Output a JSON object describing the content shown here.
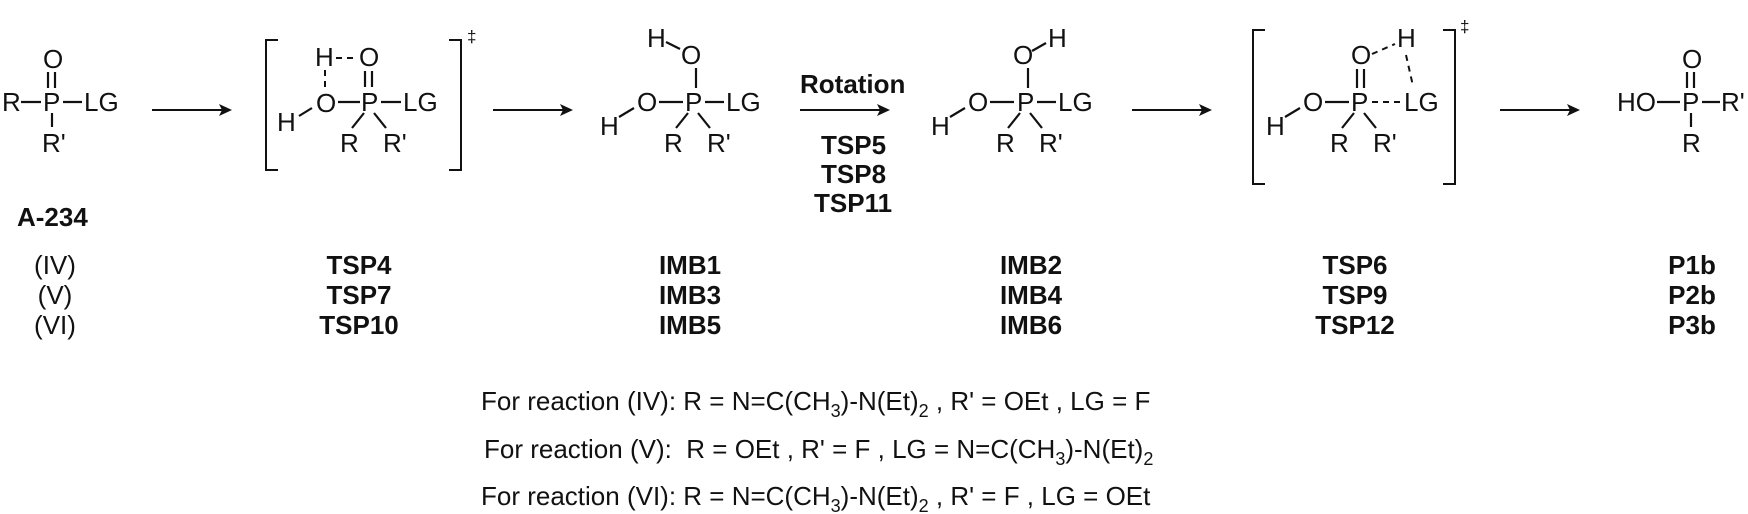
{
  "atoms": {
    "R": "R",
    "R_prime": "R'",
    "LG": "LG",
    "P": "P",
    "O": "O",
    "H": "H",
    "HO": "HO"
  },
  "reactant_label": "A-234",
  "reactions": {
    "labels": [
      "(IV)",
      "(V)",
      "(VI)"
    ]
  },
  "columns": {
    "ts1": [
      "TSP4",
      "TSP7",
      "TSP10"
    ],
    "int1": [
      "IMB1",
      "IMB3",
      "IMB5"
    ],
    "int2": [
      "IMB2",
      "IMB4",
      "IMB6"
    ],
    "ts2": [
      "TSP6",
      "TSP9",
      "TSP12"
    ],
    "product": [
      "P1b",
      "P2b",
      "P3b"
    ]
  },
  "rotation": {
    "label": "Rotation",
    "ts": [
      "TSP5",
      "TSP8",
      "TSP11"
    ]
  },
  "ts_symbol": "‡",
  "conditions": {
    "iv": {
      "prefix": "For reaction (IV): ",
      "r_a": "R = N=C(CH",
      "r_b": "3",
      "r_c": ")-N(Et)",
      "r_d": "2",
      "rest": " , R' = OEt , LG = F"
    },
    "v": {
      "prefix": "For reaction (V):  ",
      "a": "R = OEt , R' = F , LG = N=C(CH",
      "b": "3",
      "c": ")-N(Et)",
      "d": "2"
    },
    "vi": {
      "prefix": "For reaction (VI): ",
      "r_a": "R = N=C(CH",
      "r_b": "3",
      "r_c": ")-N(Et)",
      "r_d": "2",
      "rest": " , R' = F , LG = OEt"
    }
  }
}
